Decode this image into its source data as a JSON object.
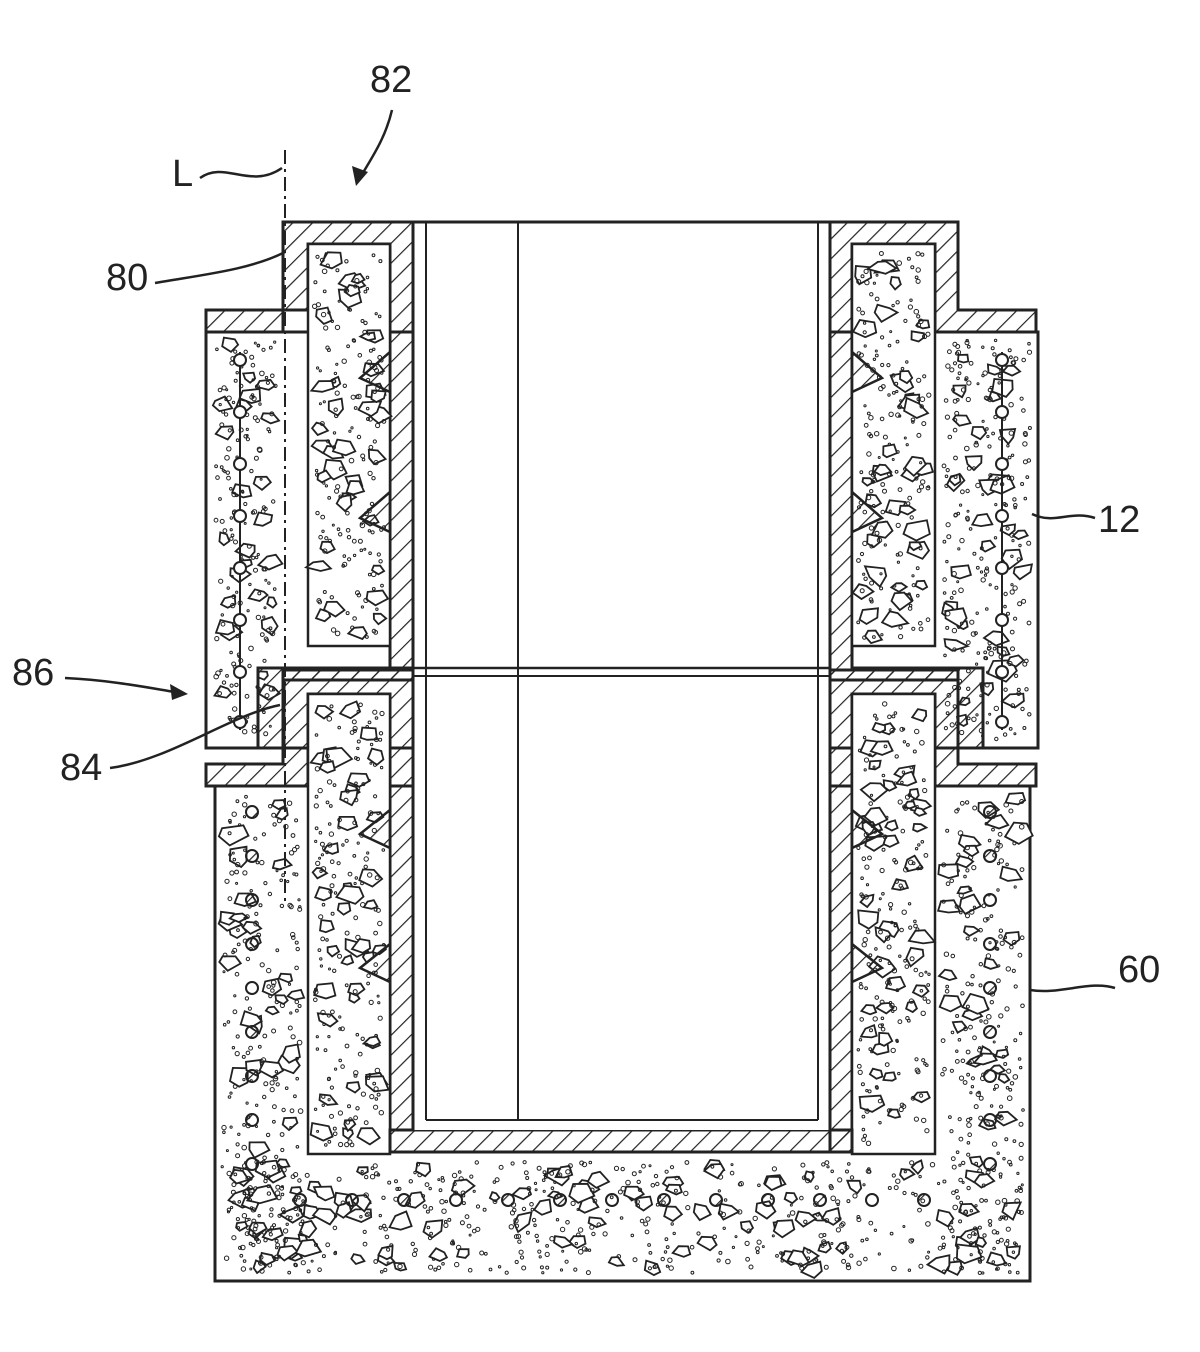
{
  "figure": {
    "reference_labels": {
      "axis": "L",
      "assembly": "82",
      "upper_insert": "80",
      "casing": "12",
      "joint": "86",
      "lower_insert_flange": "84",
      "base_block": "60"
    },
    "colors": {
      "line": "#222222",
      "background": "#ffffff",
      "hatch": "#222222"
    }
  }
}
